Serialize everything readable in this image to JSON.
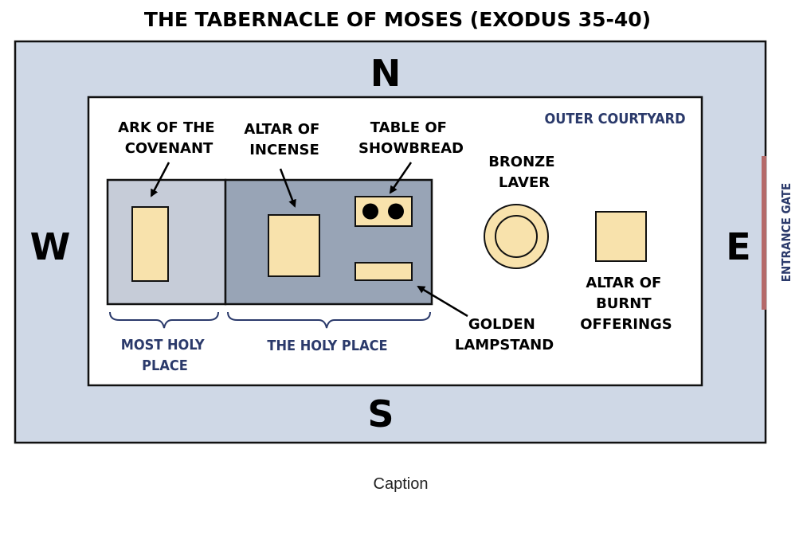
{
  "title": "THE TABERNACLE OF MOSES (EXODUS 35-40)",
  "compass": {
    "north": "N",
    "south": "S",
    "west": "W",
    "east": "E"
  },
  "entrance_gate": "ENTRANCE GATE",
  "outer_courtyard": "OUTER COURTYARD",
  "items": {
    "ark": [
      "ARK OF THE",
      "COVENANT"
    ],
    "incense": [
      "ALTAR OF",
      "INCENSE"
    ],
    "showbread": [
      "TABLE OF",
      "SHOWBREAD"
    ],
    "laver": [
      "BRONZE",
      "LAVER"
    ],
    "burnt": [
      "ALTAR OF",
      "BURNT",
      "OFFERINGS"
    ],
    "lampstand": [
      "GOLDEN",
      "LAMPSTAND"
    ]
  },
  "rooms": {
    "most_holy": [
      "MOST HOLY",
      "PLACE"
    ],
    "holy": "THE HOLY PLACE"
  },
  "caption": "Caption",
  "colors": {
    "outer_court": "#cfd8e6",
    "most_holy": "#c6ccd8",
    "holy_place": "#98a4b6",
    "furniture": "#f8e2ac",
    "navy_text": "#2b3a6b",
    "gate": "#b56a6a"
  }
}
